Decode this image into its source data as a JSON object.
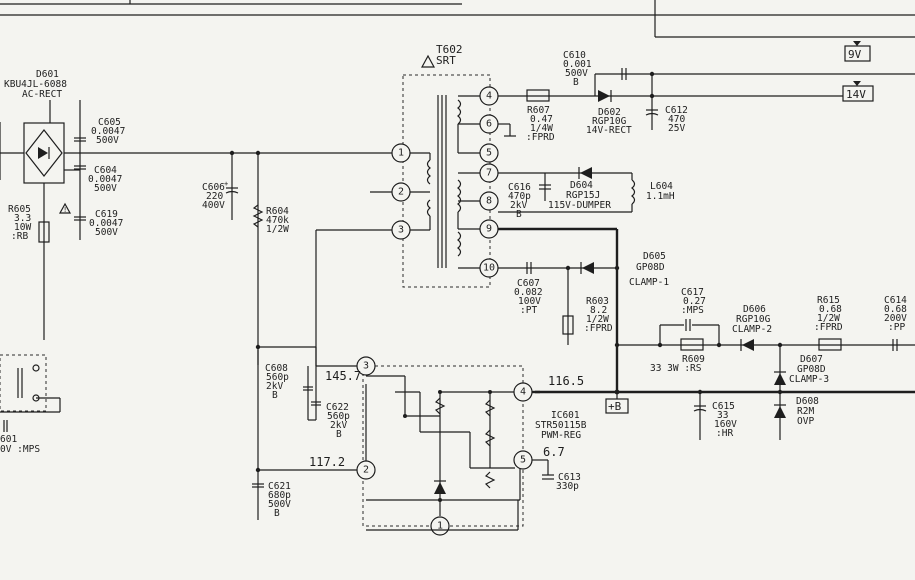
{
  "voltage_boxes": {
    "v9": "9V",
    "v14": "14V",
    "plus_b": "+B"
  },
  "transformer": {
    "ref": "T602",
    "name": "SRT",
    "pins": [
      "1",
      "2",
      "3",
      "4",
      "6",
      "5",
      "7",
      "8",
      "9",
      "10"
    ]
  },
  "d601": {
    "ref": "D601",
    "part": "KBU4JL-6088",
    "desc": "AC-RECT"
  },
  "c605": {
    "ref": "C605",
    "val": "0.0047",
    "volt": "500V"
  },
  "c604": {
    "ref": "C604",
    "val": "0.0047",
    "volt": "500V"
  },
  "c619": {
    "ref": "C619",
    "val": "0.0047",
    "volt": "500V"
  },
  "r605": {
    "ref": "R605",
    "val": "3.3",
    "w": "10W",
    "t": ":RB"
  },
  "c606": {
    "ref": "C606",
    "val": "220",
    "volt": "400V"
  },
  "r604": {
    "ref": "R604",
    "val": "470k",
    "w": "1/2W"
  },
  "c610": {
    "ref": "C610",
    "val": "0.001",
    "volt": "500V",
    "t": "B"
  },
  "r607": {
    "ref": "R607",
    "val": "0.47",
    "w": "1/4W",
    "t": ":FPRD"
  },
  "d602": {
    "ref": "D602",
    "part": "RGP10G",
    "desc": "14V-RECT"
  },
  "c612": {
    "ref": "C612",
    "val": "470",
    "volt": "25V"
  },
  "c616": {
    "ref": "C616",
    "val": "470p",
    "volt": "2kV",
    "t": "B"
  },
  "d604": {
    "ref": "D604",
    "part": "RGP15J",
    "desc": "115V-DUMPER"
  },
  "l604": {
    "ref": "L604",
    "val": "1.1mH"
  },
  "c607": {
    "ref": "C607",
    "val": "0.082",
    "volt": "100V",
    "t": ":PT"
  },
  "d605": {
    "ref": "D605",
    "part": "GP08D",
    "desc": "CLAMP-1"
  },
  "r603": {
    "ref": "R603",
    "val": "8.2",
    "w": "1/2W",
    "t": ":FPRD"
  },
  "c617": {
    "ref": "C617",
    "val": "0.27",
    "t": ":MPS"
  },
  "d606": {
    "ref": "D606",
    "part": "RGP10G",
    "desc": "CLAMP-2"
  },
  "r615": {
    "ref": "R615",
    "val": "0.68",
    "w": "1/2W",
    "t": ":FPRD"
  },
  "c614": {
    "ref": "C614",
    "val": "0.68",
    "volt": "200V",
    "t": ":PP"
  },
  "r609": {
    "ref": "R609",
    "val": "33 3W :RS"
  },
  "d607": {
    "ref": "D607",
    "part": "GP08D",
    "desc": "CLAMP-3"
  },
  "c615": {
    "ref": "C615",
    "val": "33",
    "volt": "160V",
    "t": ":HR"
  },
  "d608": {
    "ref": "D608",
    "part": "R2M",
    "desc": "OVP"
  },
  "c608": {
    "ref": "C608",
    "val": "560p",
    "volt": "2kV",
    "t": "B"
  },
  "c622": {
    "ref": "C622",
    "val": "560p",
    "volt": "2kV",
    "t": "B"
  },
  "c621": {
    "ref": "C621",
    "val": "680p",
    "volt": "500V",
    "t": "B"
  },
  "c613": {
    "ref": "C613",
    "val": "330p"
  },
  "ic601": {
    "ref": "IC601",
    "part": "STR50115B",
    "desc": "PWM-REG",
    "pins": [
      "3",
      "4",
      "2",
      "5",
      "1"
    ]
  },
  "voltages": {
    "v145": "145.7",
    "v116": "116.5",
    "v117": "117.2",
    "v67": "6.7"
  },
  "partial": {
    "c601a": "601",
    "c601b": "0V :MPS"
  }
}
